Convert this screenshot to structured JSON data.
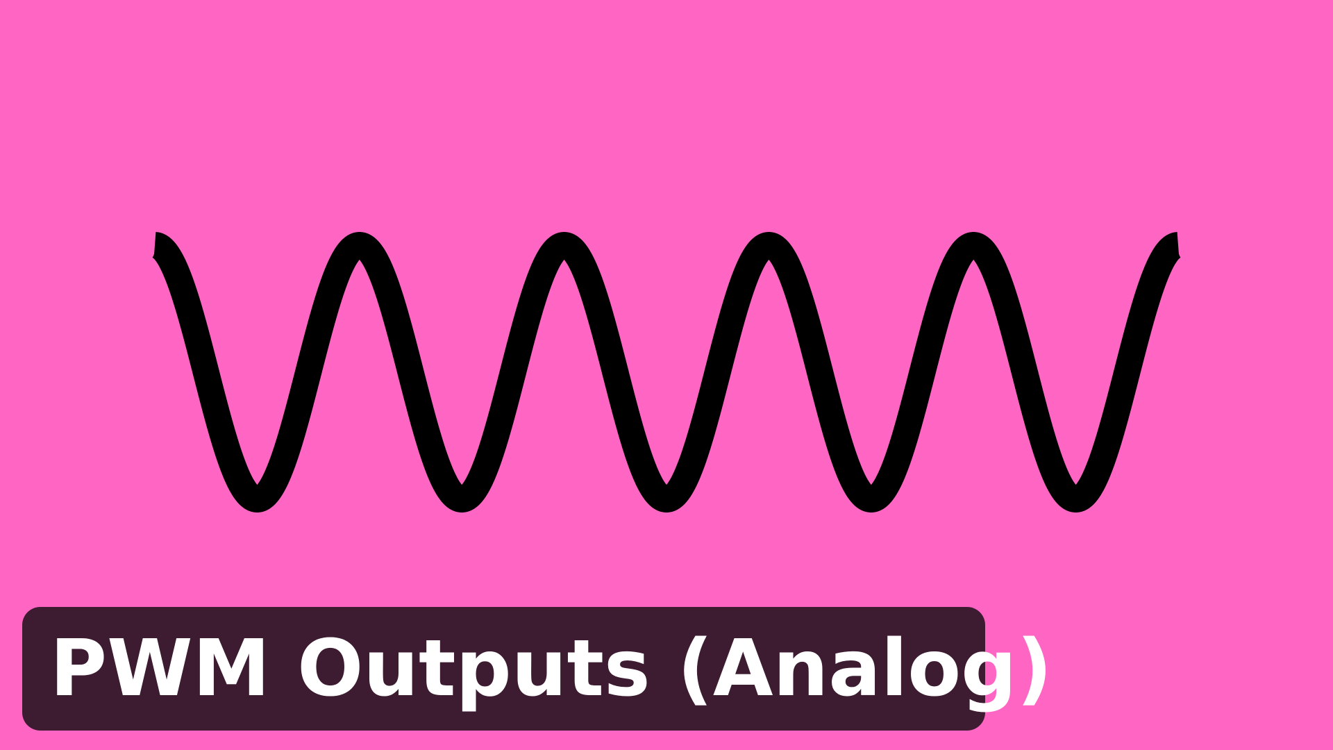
{
  "colors": {
    "background": "#FF66C4",
    "wave": "#000000",
    "banner_background": "#3D1B31",
    "banner_text": "#FFFFFF"
  },
  "wave": {
    "shape": "sine",
    "cycles": 5
  },
  "banner": {
    "title": "PWM Outputs (Analog)"
  }
}
